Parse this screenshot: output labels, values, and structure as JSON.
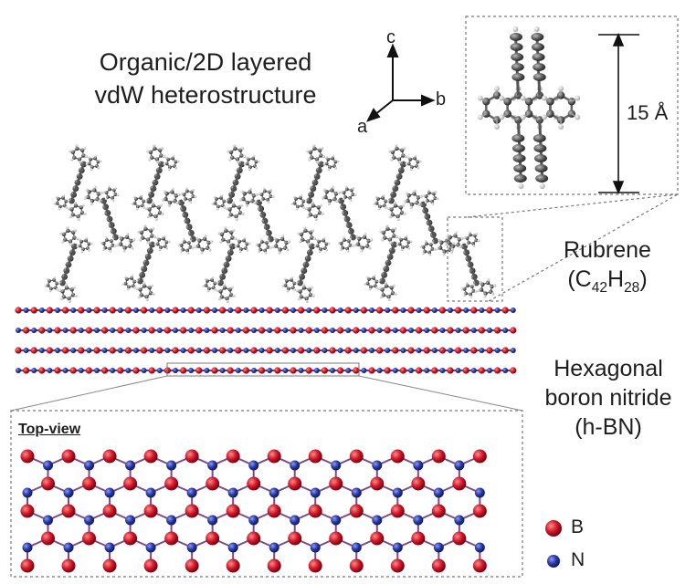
{
  "title": {
    "line1": "Organic/2D layered",
    "line2": "vdW heterostructure"
  },
  "axes": {
    "c": "c",
    "b": "b",
    "a": "a"
  },
  "inset": {
    "height_label": "15 Å"
  },
  "rubrene": {
    "name": "Rubrene",
    "formula_prefix": "(C",
    "formula_c": "42",
    "formula_h": "H",
    "formula_hn": "28",
    "formula_suffix": ")"
  },
  "hbn": {
    "line1": "Hexagonal",
    "line2": "boron nitride",
    "line3": "(h-BN)"
  },
  "topview": {
    "label": "Top-view"
  },
  "legend": [
    {
      "symbol": "B",
      "color": "#c8102e"
    },
    {
      "symbol": "N",
      "color": "#2a3aa8"
    }
  ],
  "colors": {
    "boron": "#c8102e",
    "nitrogen": "#2a3aa8",
    "bond": "#7a4a8a",
    "carbon": "#555555",
    "hydrogen": "#d8d8d8"
  }
}
